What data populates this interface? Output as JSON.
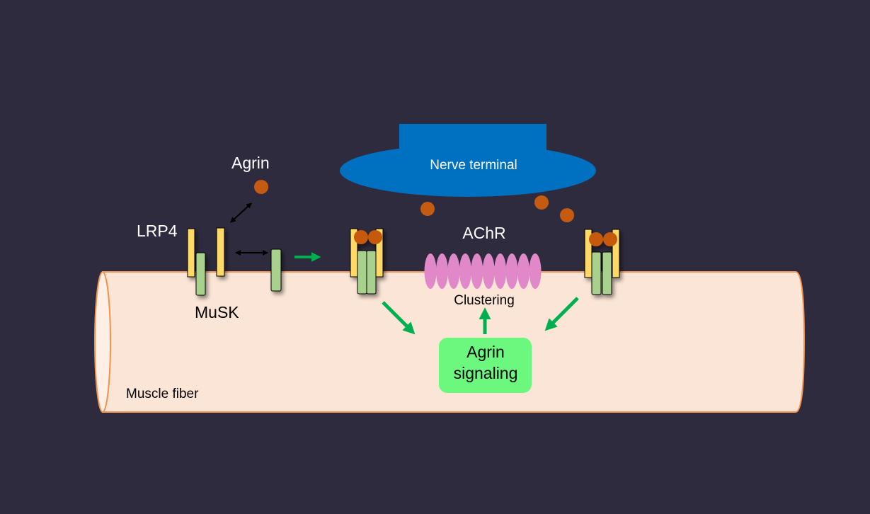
{
  "labels": {
    "agrin": "Agrin",
    "lrp4": "LRP4",
    "musk": "MuSK",
    "nerve_terminal": "Nerve terminal",
    "achr": "AChR",
    "clustering": "Clustering",
    "signaling_line1": "Agrin",
    "signaling_line2": "signaling",
    "muscle_fiber": "Muscle fiber"
  },
  "colors": {
    "background": "#2d2b3d",
    "muscle_fill": "#fbe5d6",
    "muscle_stroke": "#f4914f",
    "nerve": "#0070c0",
    "agrin": "#c55a11",
    "lrp4": "#ffd966",
    "musk": "#a9d18e",
    "achr": "#e088c8",
    "signaling_box": "#6cf87e",
    "arrow_green": "#00b050"
  },
  "achr_count": 10
}
